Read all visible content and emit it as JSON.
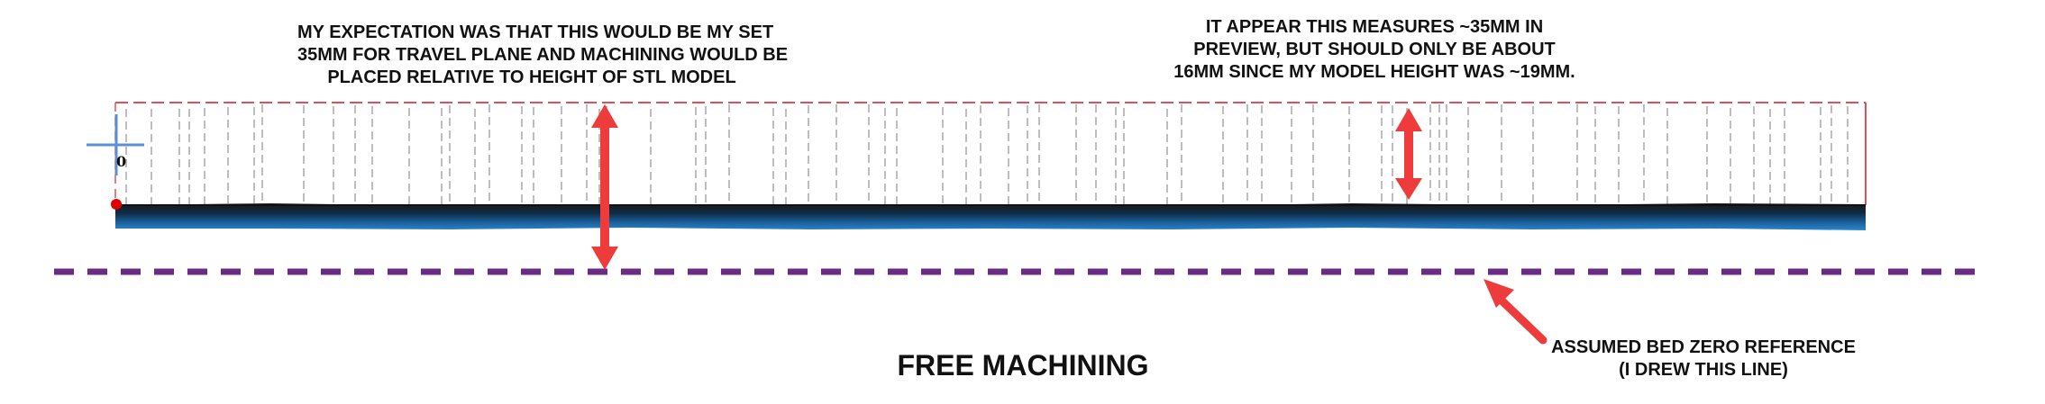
{
  "annotations": {
    "top_left": [
      "MY EXPECTATION WAS THAT THIS WOULD BE MY SET",
      "35MM FOR TRAVEL PLANE AND MACHINING WOULD BE",
      "PLACED RELATIVE TO HEIGHT OF STL MODEL"
    ],
    "top_right": [
      "IT APPEAR THIS MEASURES ~35MM IN",
      "PREVIEW, BUT SHOULD ONLY BE ABOUT",
      "16MM SINCE MY MODEL HEIGHT WAS ~19MM."
    ],
    "bottom_right": [
      "ASSUMED BED ZERO REFERENCE",
      "(I DREW THIS LINE)"
    ]
  },
  "caption": "FREE MACHINING",
  "origin_label": "0",
  "colors": {
    "travel_plane": "#e0505a",
    "toolpath": "#9a9a9a",
    "stl_model": "#1a5f9a",
    "bed_zero_line": "#6a2a86",
    "arrow": "#ee3b3b",
    "origin_axis": "#5b8fd6",
    "origin_point": "#e00000"
  }
}
